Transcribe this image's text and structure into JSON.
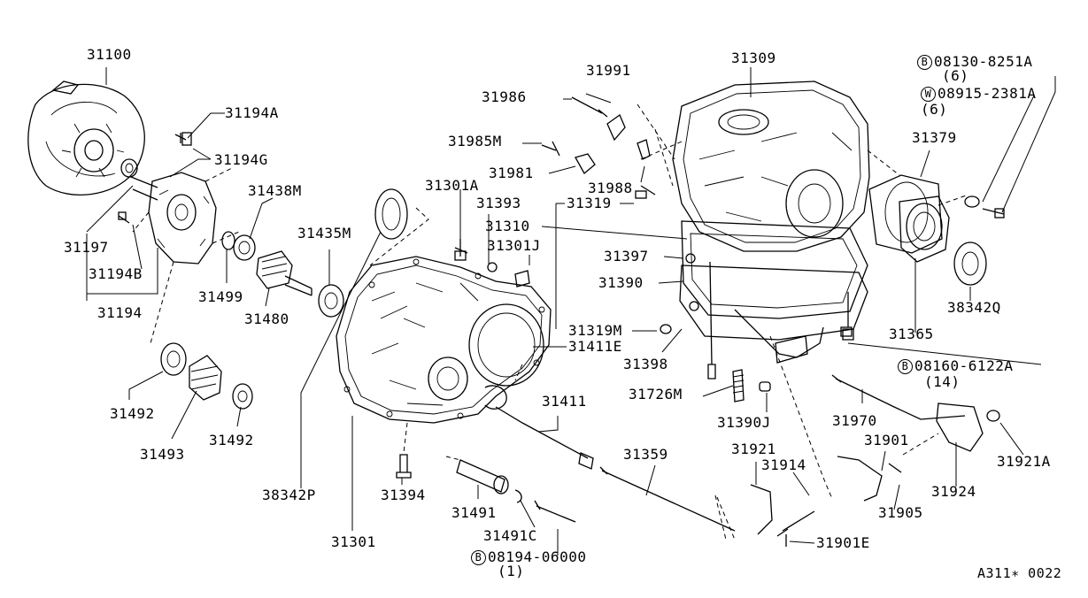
{
  "labels": {
    "p31100": "31100",
    "p31194A": "31194A",
    "p31194G": "31194G",
    "p31438M": "31438M",
    "p31197": "31197",
    "p31194B": "31194B",
    "p31194": "31194",
    "p31499": "31499",
    "p31480": "31480",
    "p31435M": "31435M",
    "p31492a": "31492",
    "p31493": "31493",
    "p31492b": "31492",
    "p38342P": "38342P",
    "p31394": "31394",
    "p31301": "31301",
    "p31491": "31491",
    "p31491C": "31491C",
    "p08194_code": "08194-06000",
    "p08194_qty": "(1)",
    "p31301A": "31301A",
    "p31393": "31393",
    "p31310": "31310",
    "p31301J": "31301J",
    "p31991": "31991",
    "p31986": "31986",
    "p31985M": "31985M",
    "p31981": "31981",
    "p31988": "31988",
    "p31319": "31319",
    "p31309": "31309",
    "p31397": "31397",
    "p31390": "31390",
    "p31319M": "31319M",
    "p31411E": "31411E",
    "p31398": "31398",
    "p31726M": "31726M",
    "p31390J": "31390J",
    "p31411": "31411",
    "p31359": "31359",
    "p31921": "31921",
    "p31914": "31914",
    "p31901E": "31901E",
    "p31970": "31970",
    "p31901": "31901",
    "p31905": "31905",
    "p31924": "31924",
    "p31921A": "31921A",
    "p31379": "31379",
    "p31365": "31365",
    "p38342Q": "38342Q",
    "p08130_code": "08130-8251A",
    "p08130_qty": "(6)",
    "p08915_code": "08915-2381A",
    "p08915_qty": "(6)",
    "p08160_code": "08160-6122A",
    "p08160_qty": "(14)",
    "ref": "A311∗ 0022"
  },
  "markers": {
    "bolt": "B",
    "washer": "W"
  }
}
